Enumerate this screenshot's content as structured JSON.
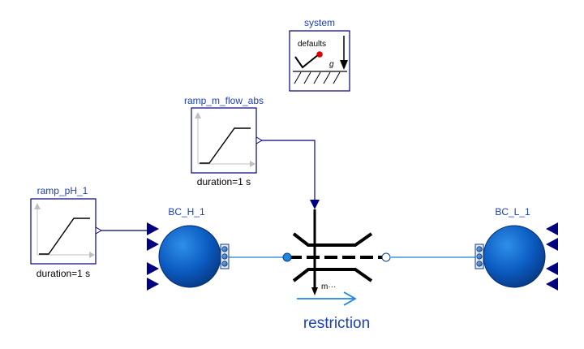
{
  "system": {
    "name": "system",
    "defaults_label": "defaults",
    "gravity_label": "g"
  },
  "ramp_m_flow_abs": {
    "name": "ramp_m_flow_abs",
    "param": "duration=1 s"
  },
  "ramp_pH_1": {
    "name": "ramp_pH_1",
    "param": "duration=1 s"
  },
  "BC_H_1": {
    "name": "BC_H_1"
  },
  "BC_L_1": {
    "name": "BC_L_1"
  },
  "restriction": {
    "name": "restriction",
    "flow_label": "m···"
  },
  "colors": {
    "connection_signal": "#000080",
    "connection_fluid": "#1c7fd2",
    "boundary_fill": "#0a55b5",
    "arrow_blue": "#1f86e0",
    "label_blue": "#1a3fbf",
    "gravity_dot": "#e00000"
  }
}
